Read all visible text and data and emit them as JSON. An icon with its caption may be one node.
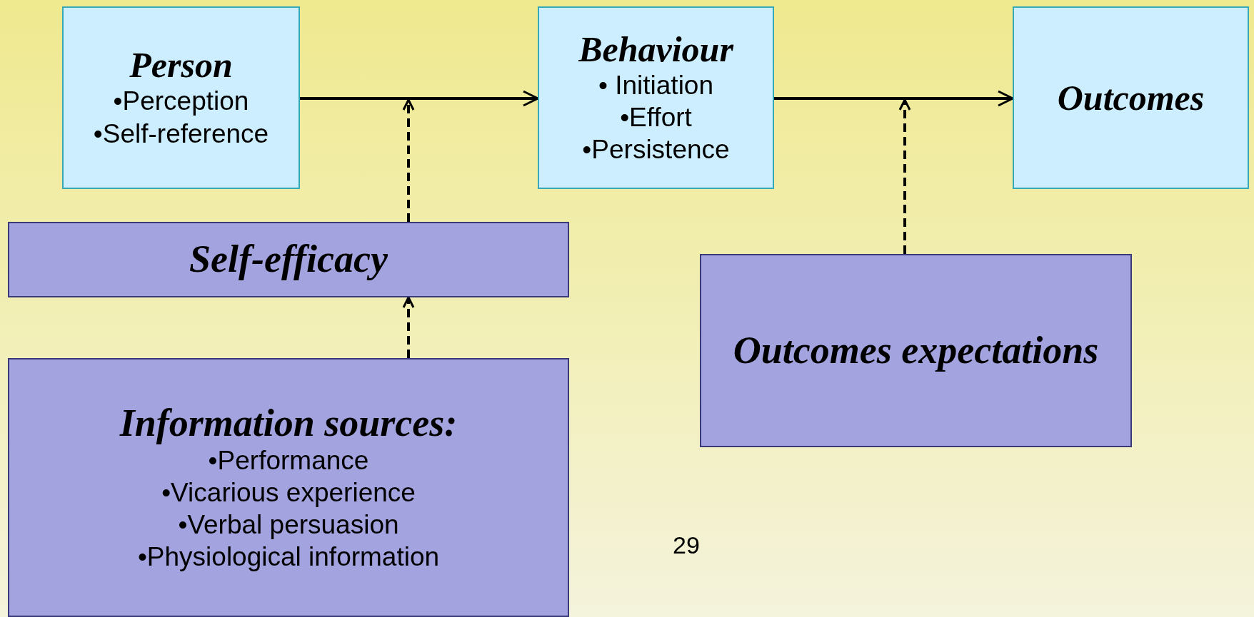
{
  "diagram": {
    "nodes": [
      {
        "text": [
          "Person",
          "•Perception",
          "•Self-reference"
        ]
      },
      {
        "text": [
          "Behaviour",
          "• Initiation",
          "•Effort",
          "•Persistence"
        ]
      },
      {
        "text": [
          "Outcomes"
        ]
      },
      {
        "text": [
          "Self-efficacy"
        ]
      },
      {
        "text": [
          "Information sources:",
          "•Performance",
          "•Vicarious experience",
          "•Verbal persuasion",
          "•Physiological information"
        ]
      },
      {
        "text": [
          "Outcomes expectations"
        ]
      }
    ],
    "edges": [
      {
        "from": 0,
        "to": 1,
        "arrow": "to"
      },
      {
        "from": 1,
        "to": 2,
        "arrow": "to"
      },
      {
        "from": 3,
        "to": null,
        "arrow": "to",
        "style": "dashed"
      },
      {
        "from": 4,
        "to": 3,
        "arrow": "to",
        "style": "dashed"
      },
      {
        "from": 5,
        "to": null,
        "arrow": "to",
        "style": "dashed"
      }
    ],
    "labels": [
      "29"
    ]
  }
}
